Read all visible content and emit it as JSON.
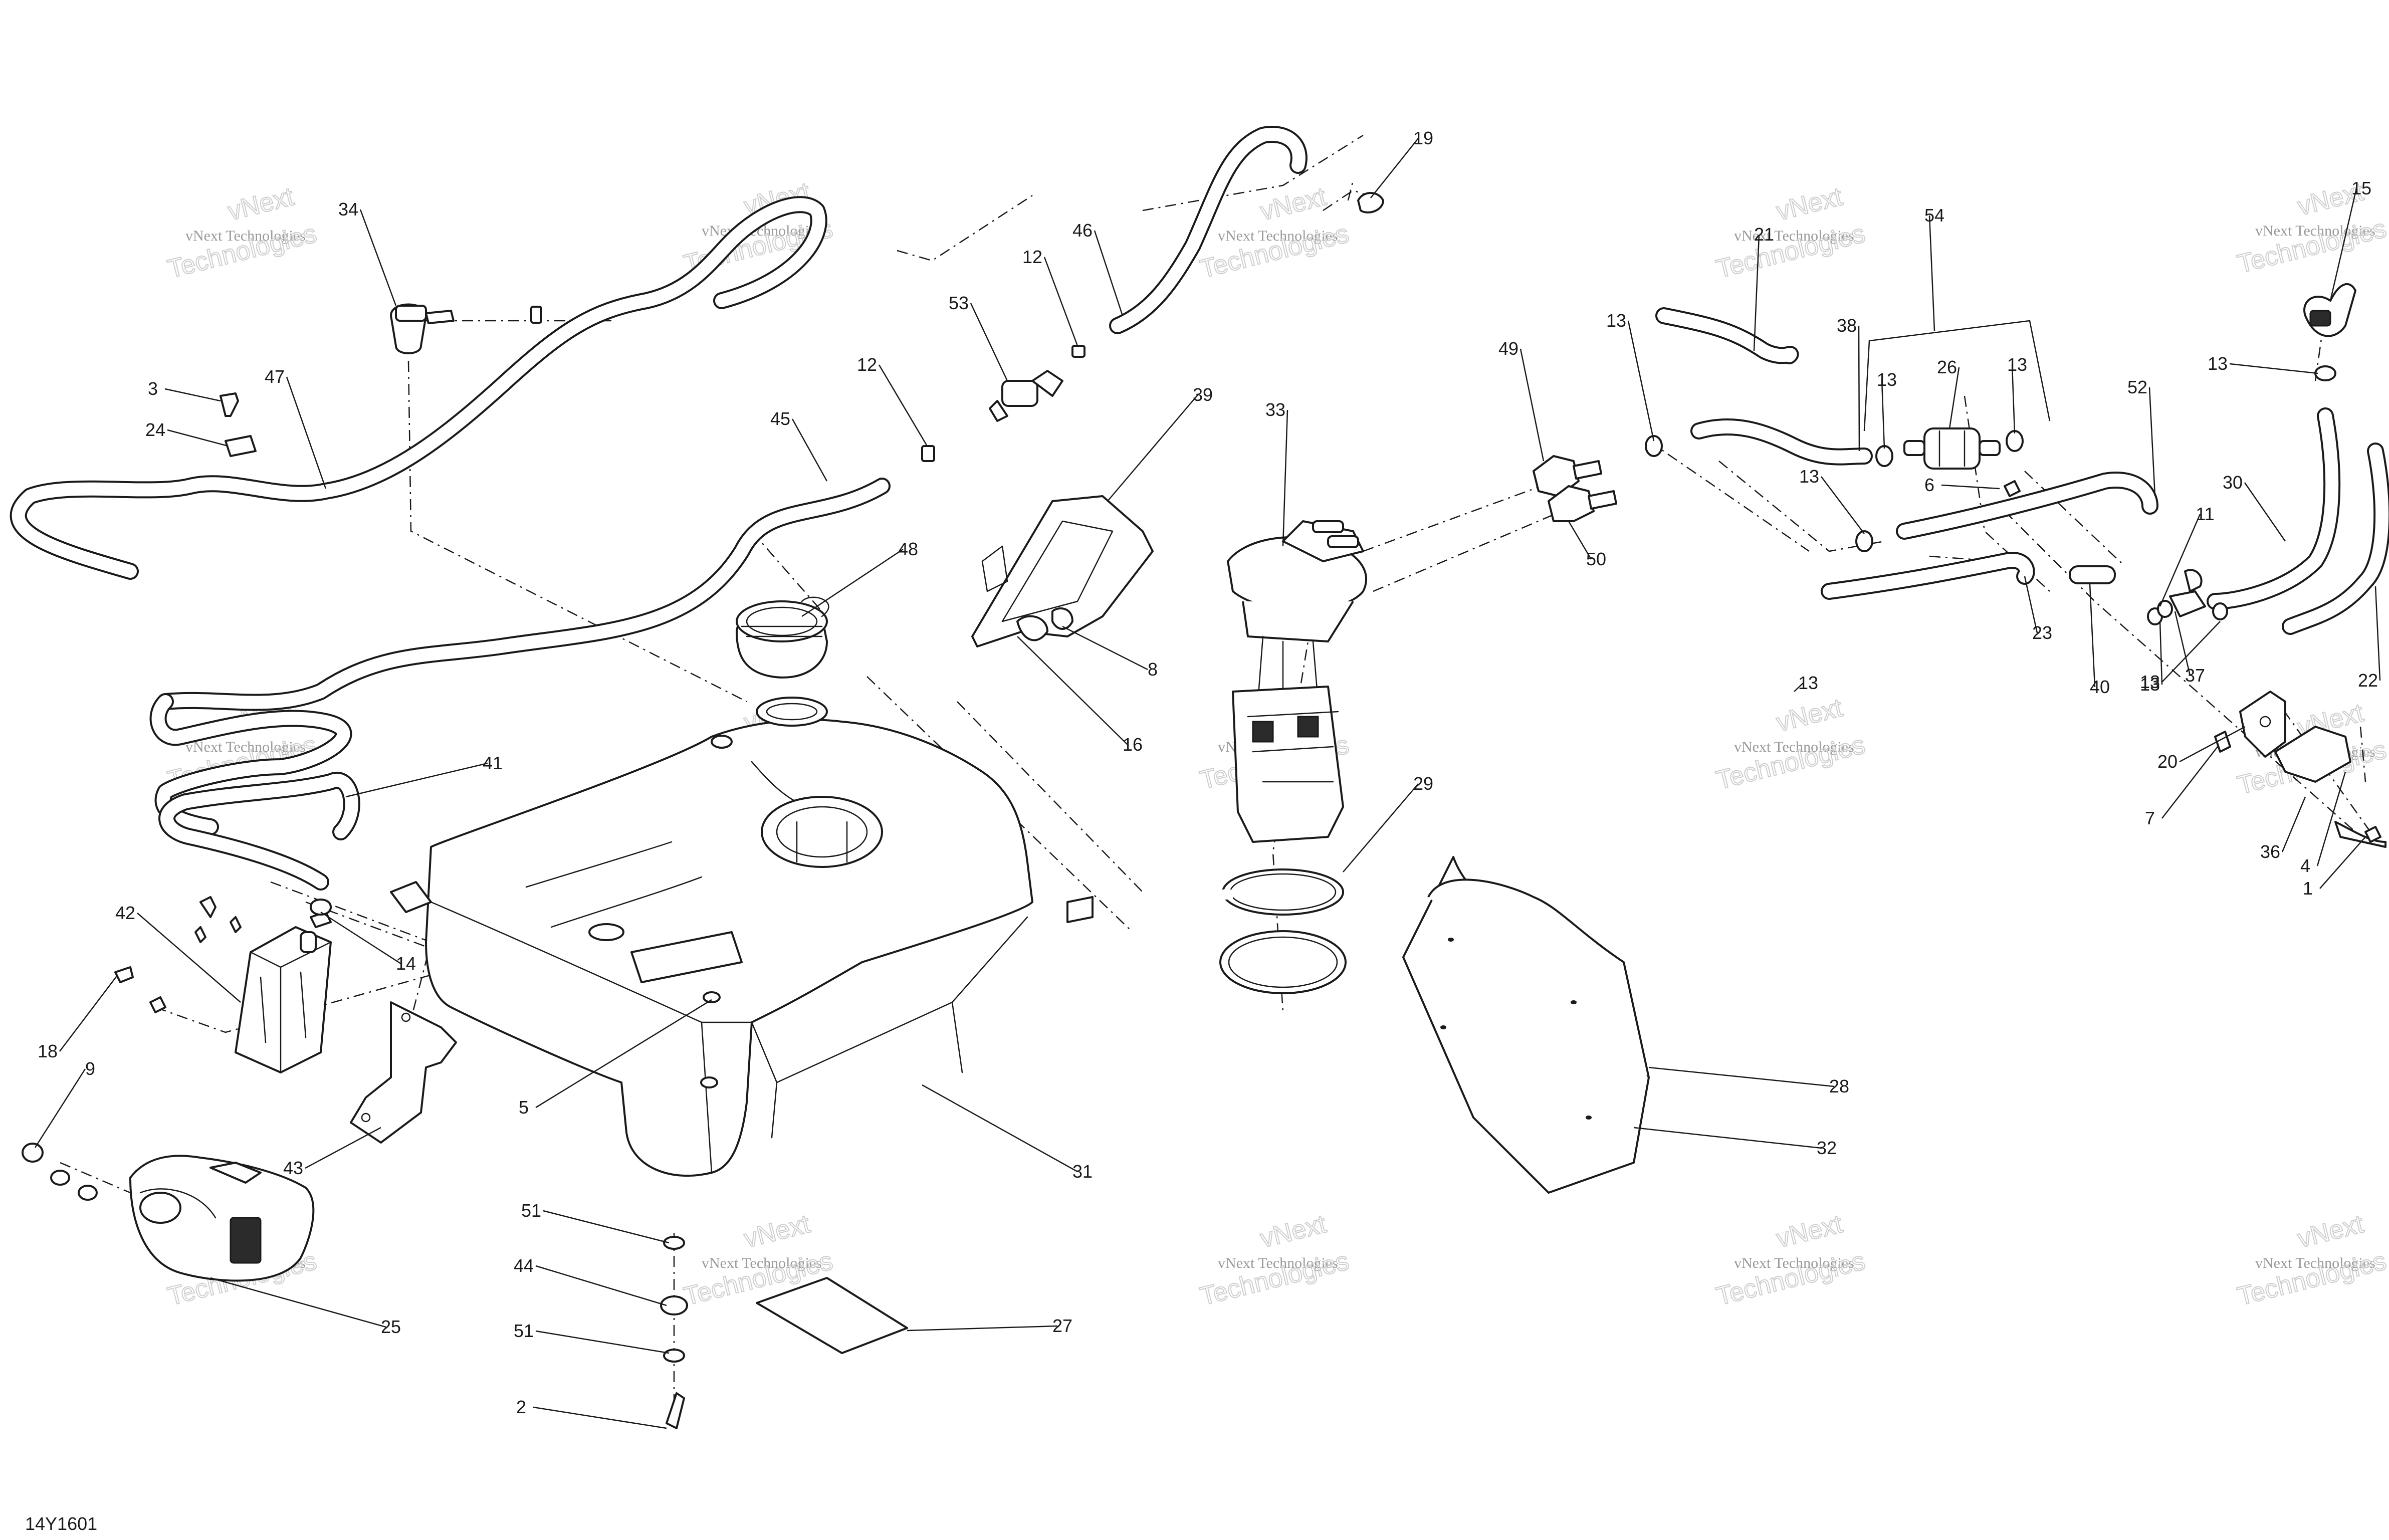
{
  "figure_code": "14Y1601",
  "watermark": {
    "line1": "vNext",
    "line2": "vNext Technologies",
    "line3": "Technologies"
  },
  "callouts": [
    "1",
    "2",
    "3",
    "4",
    "5",
    "6",
    "7",
    "8",
    "9",
    "11",
    "12",
    "12",
    "13",
    "13",
    "13",
    "13",
    "13",
    "13",
    "13",
    "13",
    "14",
    "15",
    "16",
    "18",
    "19",
    "20",
    "21",
    "22",
    "23",
    "24",
    "25",
    "26",
    "27",
    "28",
    "29",
    "30",
    "31",
    "32",
    "33",
    "34",
    "36",
    "37",
    "38",
    "39",
    "40",
    "41",
    "42",
    "43",
    "44",
    "45",
    "46",
    "47",
    "48",
    "49",
    "50",
    "51",
    "51",
    "52",
    "53",
    "54"
  ]
}
